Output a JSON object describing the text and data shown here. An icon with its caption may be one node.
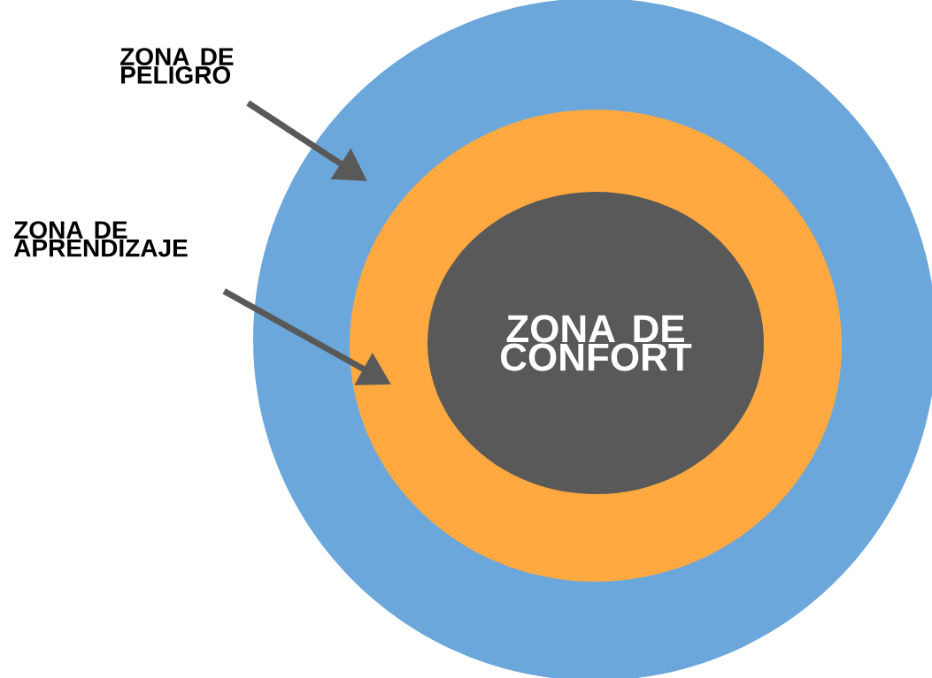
{
  "diagram": {
    "nodes": [
      {
        "text": [
          "ZONA DE PELIGRO"
        ]
      },
      {
        "text": [],
        "shape": "circle"
      },
      {
        "text": [
          "ZONA DE APRENDIZAJE"
        ]
      },
      {
        "text": [],
        "shape": "circle",
        "in": 1
      },
      {
        "text": [
          "ZONA DE CONFORT"
        ],
        "in": 3
      }
    ],
    "edges": [
      {
        "from": 0,
        "to": 1,
        "arrow": "to"
      },
      {
        "from": 2,
        "to": 3,
        "arrow": "to"
      }
    ]
  }
}
